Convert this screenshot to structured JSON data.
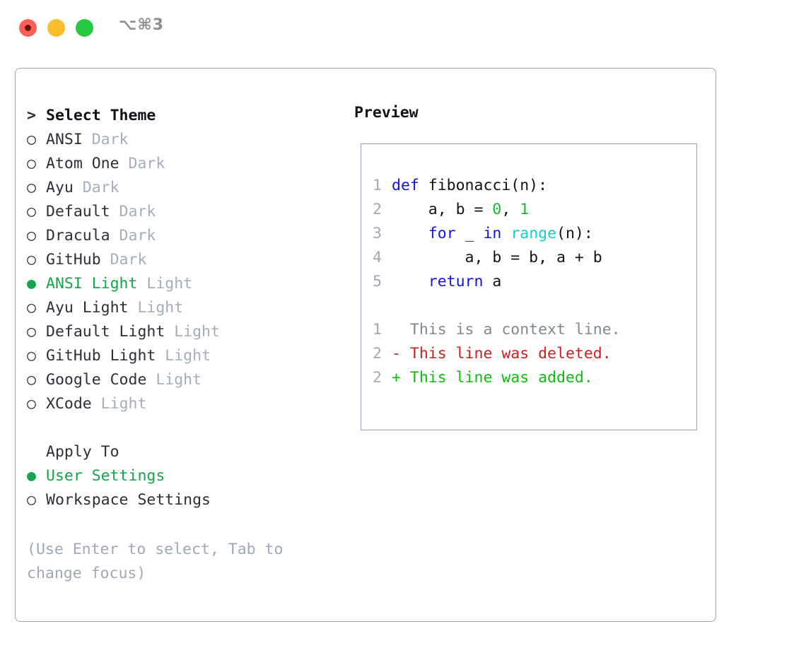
{
  "titlebar": {
    "shortcut": "⌥⌘3",
    "buttons": [
      {
        "name": "close",
        "color": "#ff5f57"
      },
      {
        "name": "minimize",
        "color": "#fcbd2d"
      },
      {
        "name": "maximize",
        "color": "#26c83f"
      }
    ]
  },
  "theme_picker": {
    "header_marker": ">",
    "header_label": "Select Theme",
    "bullet_unselected": "○",
    "bullet_selected": "●",
    "accent_color": "#13a549",
    "items": [
      {
        "marker": "○",
        "name": "ANSI",
        "category": "Dark",
        "selected": false
      },
      {
        "marker": "○",
        "name": "Atom One",
        "category": "Dark",
        "selected": false
      },
      {
        "marker": "○",
        "name": "Ayu",
        "category": "Dark",
        "selected": false
      },
      {
        "marker": "○",
        "name": "Default",
        "category": "Dark",
        "selected": false
      },
      {
        "marker": "○",
        "name": "Dracula",
        "category": "Dark",
        "selected": false
      },
      {
        "marker": "○",
        "name": "GitHub",
        "category": "Dark",
        "selected": false
      },
      {
        "marker": "●",
        "name": "ANSI Light",
        "category": "Light",
        "selected": true
      },
      {
        "marker": "○",
        "name": "Ayu Light",
        "category": "Light",
        "selected": false
      },
      {
        "marker": "○",
        "name": "Default Light",
        "category": "Light",
        "selected": false
      },
      {
        "marker": "○",
        "name": "GitHub Light",
        "category": "Light",
        "selected": false
      },
      {
        "marker": "○",
        "name": "Google Code",
        "category": "Light",
        "selected": false
      },
      {
        "marker": "○",
        "name": "XCode",
        "category": "Light",
        "selected": false
      }
    ]
  },
  "apply_to": {
    "label": "Apply To",
    "options": [
      {
        "marker": "●",
        "label": "User Settings",
        "selected": true
      },
      {
        "marker": "○",
        "label": "Workspace Settings",
        "selected": false
      }
    ]
  },
  "hint": "(Use Enter to select, Tab to change focus)",
  "preview": {
    "title": "Preview",
    "code": [
      {
        "lnum": "1",
        "tokens": [
          {
            "t": "def ",
            "c": "kw"
          },
          {
            "t": "fibonacci(n):",
            "c": "plain"
          }
        ]
      },
      {
        "lnum": "2",
        "tokens": [
          {
            "t": "    a, b = ",
            "c": "plain"
          },
          {
            "t": "0",
            "c": "num"
          },
          {
            "t": ", ",
            "c": "plain"
          },
          {
            "t": "1",
            "c": "num"
          }
        ]
      },
      {
        "lnum": "3",
        "tokens": [
          {
            "t": "    ",
            "c": "plain"
          },
          {
            "t": "for",
            "c": "kw"
          },
          {
            "t": " _ ",
            "c": "plain"
          },
          {
            "t": "in",
            "c": "kw"
          },
          {
            "t": " ",
            "c": "plain"
          },
          {
            "t": "range",
            "c": "fn"
          },
          {
            "t": "(n):",
            "c": "plain"
          }
        ]
      },
      {
        "lnum": "4",
        "tokens": [
          {
            "t": "        a, b = b, a + b",
            "c": "plain"
          }
        ]
      },
      {
        "lnum": "5",
        "tokens": [
          {
            "t": "    ",
            "c": "plain"
          },
          {
            "t": "return",
            "c": "kw"
          },
          {
            "t": " a",
            "c": "plain"
          }
        ]
      }
    ],
    "diff": [
      {
        "lnum": "1",
        "sign": " ",
        "text": "This is a context line.",
        "c": "ctx"
      },
      {
        "lnum": "2",
        "sign": "-",
        "text": "This line was deleted.",
        "c": "del"
      },
      {
        "lnum": "2",
        "sign": "+",
        "text": "This line was added.",
        "c": "add"
      }
    ]
  },
  "colors": {
    "keyword": "#1414e0",
    "number": "#12bb2a",
    "function": "#14cfcf",
    "plain": "#101317",
    "line_number": "#a0a8b5",
    "context": "#808890",
    "deleted": "#cc2020",
    "added": "#11bb11",
    "border": "#9aa5b4",
    "muted": "#a5adba"
  }
}
